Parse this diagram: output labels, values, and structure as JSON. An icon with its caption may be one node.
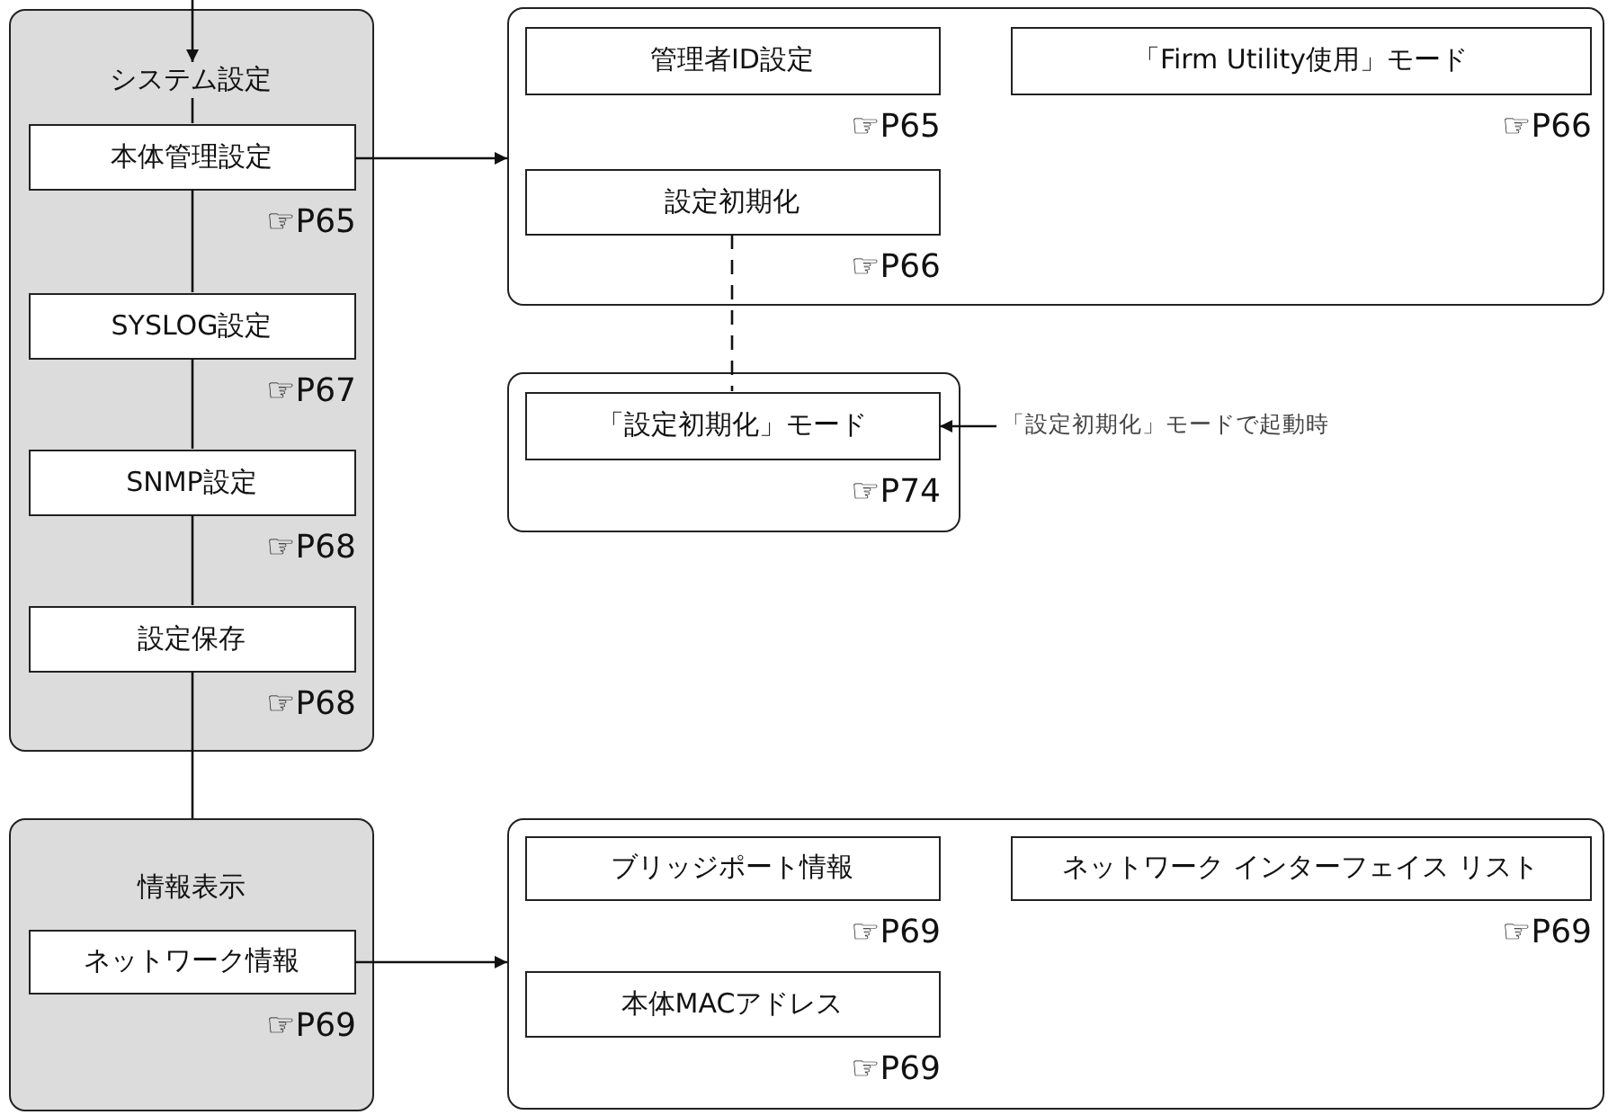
{
  "diagram": {
    "nodes": [
      {
        "text": [],
        "shape": "box"
      },
      {
        "text": [
          "システム設定"
        ],
        "in": 0
      },
      {
        "text": [
          "本体管理設定"
        ],
        "in": 0,
        "beside": [
          "☞P65"
        ]
      },
      {
        "text": [
          "SYSLOG設定"
        ],
        "in": 0,
        "beside": [
          "☞P67"
        ]
      },
      {
        "text": [
          "SNMP設定"
        ],
        "in": 0,
        "beside": [
          "☞P68"
        ]
      },
      {
        "text": [
          "設定保存"
        ],
        "in": 0,
        "beside": [
          "☞P68"
        ]
      },
      {
        "text": [],
        "shape": "box"
      },
      {
        "text": [
          "管理者ID設定"
        ],
        "in": 6,
        "beside": [
          "☞P65"
        ]
      },
      {
        "text": [
          "「Firm Utility使用」モード"
        ],
        "in": 6,
        "beside": [
          "☞P66"
        ]
      },
      {
        "text": [
          "設定初期化"
        ],
        "in": 6,
        "beside": [
          "☞P66"
        ]
      },
      {
        "text": [],
        "shape": "box"
      },
      {
        "text": [
          "「設定初期化」モード"
        ],
        "in": 10,
        "beside": [
          "☞P74"
        ]
      },
      {
        "text": [
          "「設定初期化」モードで起動時"
        ]
      },
      {
        "text": [
          "情報表示"
        ]
      },
      {
        "text": [
          "ネットワーク情報"
        ],
        "in": 13,
        "beside": [
          "☞P69"
        ]
      },
      {
        "text": [],
        "shape": "box"
      },
      {
        "text": [
          "ブリッジポート情報"
        ],
        "in": 15,
        "beside": [
          "☞P69"
        ]
      },
      {
        "text": [
          "ネットワーク インターフェイス リスト"
        ],
        "in": 15,
        "beside": [
          "☞P69"
        ]
      },
      {
        "text": [
          "本体MACアドレス"
        ],
        "in": 15,
        "beside": [
          "☞P69"
        ]
      }
    ],
    "edges": [
      {
        "from": null,
        "to": 1,
        "arrow": "to"
      },
      {
        "from": 1,
        "to": 2,
        "arrow": "none"
      },
      {
        "from": 2,
        "to": 3,
        "arrow": "none"
      },
      {
        "from": 3,
        "to": 4,
        "arrow": "none"
      },
      {
        "from": 4,
        "to": 5,
        "arrow": "none"
      },
      {
        "from": 5,
        "to": 13,
        "arrow": "none"
      },
      {
        "from": 2,
        "to": 6,
        "arrow": "to"
      },
      {
        "from": 9,
        "to": 11,
        "arrow": "none",
        "style": "dashed"
      },
      {
        "from": 12,
        "to": 11,
        "arrow": "to"
      },
      {
        "from": 14,
        "to": 15,
        "arrow": "to"
      }
    ]
  }
}
